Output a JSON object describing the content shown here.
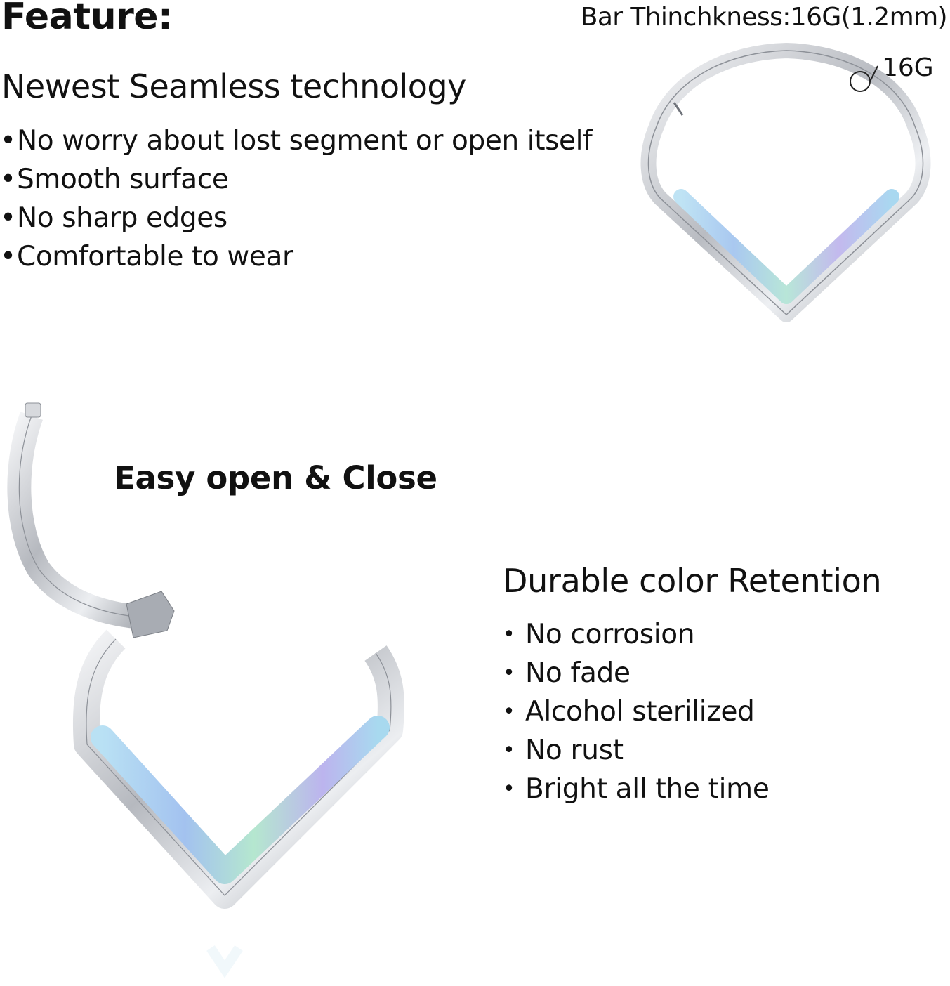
{
  "feature_heading": "Feature:",
  "thickness_label": "Bar Thinchkness:16G(1.2mm)",
  "gauge_label": "16G",
  "seamless": {
    "title": "Newest Seamless technology",
    "items": [
      "No worry about lost segment or open itself",
      "Smooth surface",
      "No sharp edges",
      "Comfortable to wear"
    ]
  },
  "easy_label": "Easy open & Close",
  "durable": {
    "title": "Durable color Retention",
    "items": [
      "No corrosion",
      "No fade",
      "Alcohol sterilized",
      "No rust",
      "Bright all the time"
    ]
  },
  "colors": {
    "text": "#111111",
    "metal": "#c9ccd1",
    "metal_dark": "#8d9198",
    "opal": "#a9d6ee",
    "opal_accent": "#b7b3ea"
  },
  "images": {
    "closed_ring": "silver-opal-v-ring-closed",
    "open_ring": "silver-opal-v-ring-open"
  }
}
